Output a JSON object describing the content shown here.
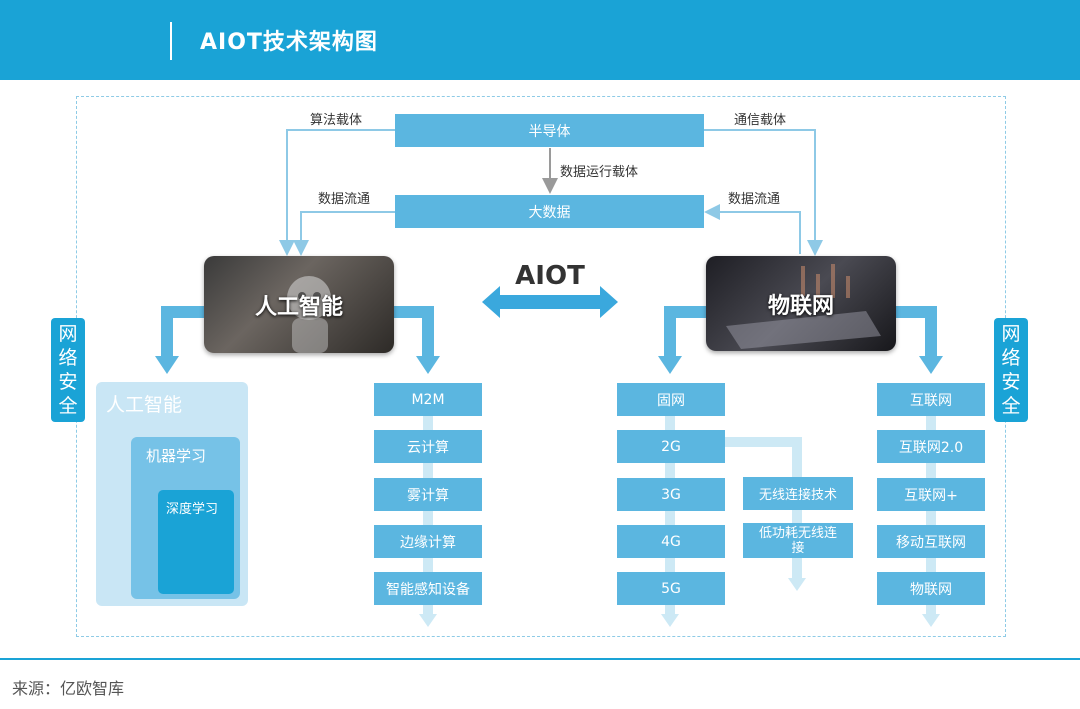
{
  "header": {
    "title": "AIOT技术架构图"
  },
  "top": {
    "semiconductor": "半导体",
    "bigdata": "大数据",
    "label_algo_carrier": "算法载体",
    "label_comm_carrier": "通信载体",
    "label_data_run_carrier": "数据运行载体",
    "label_data_flow_left": "数据流通",
    "label_data_flow_right": "数据流通"
  },
  "center": {
    "aiot": "AIOT"
  },
  "ai": {
    "title": "人工智能"
  },
  "iot": {
    "title": "物联网"
  },
  "security_left": "网络安全",
  "security_right": "网络安全",
  "nested": {
    "outer": "人工智能",
    "middle": "机器学习",
    "inner": "深度学习"
  },
  "ai_column": [
    "M2M",
    "云计算",
    "雾计算",
    "边缘计算",
    "智能感知设备"
  ],
  "network_column": [
    "固网",
    "2G",
    "3G",
    "4G",
    "5G"
  ],
  "wireless": [
    "无线连接技术",
    "低功耗无线连接"
  ],
  "internet_column": [
    "互联网",
    "互联网2.0",
    "互联网+",
    "移动互联网",
    "物联网"
  ],
  "footer": {
    "source": "来源：亿欧智库"
  }
}
